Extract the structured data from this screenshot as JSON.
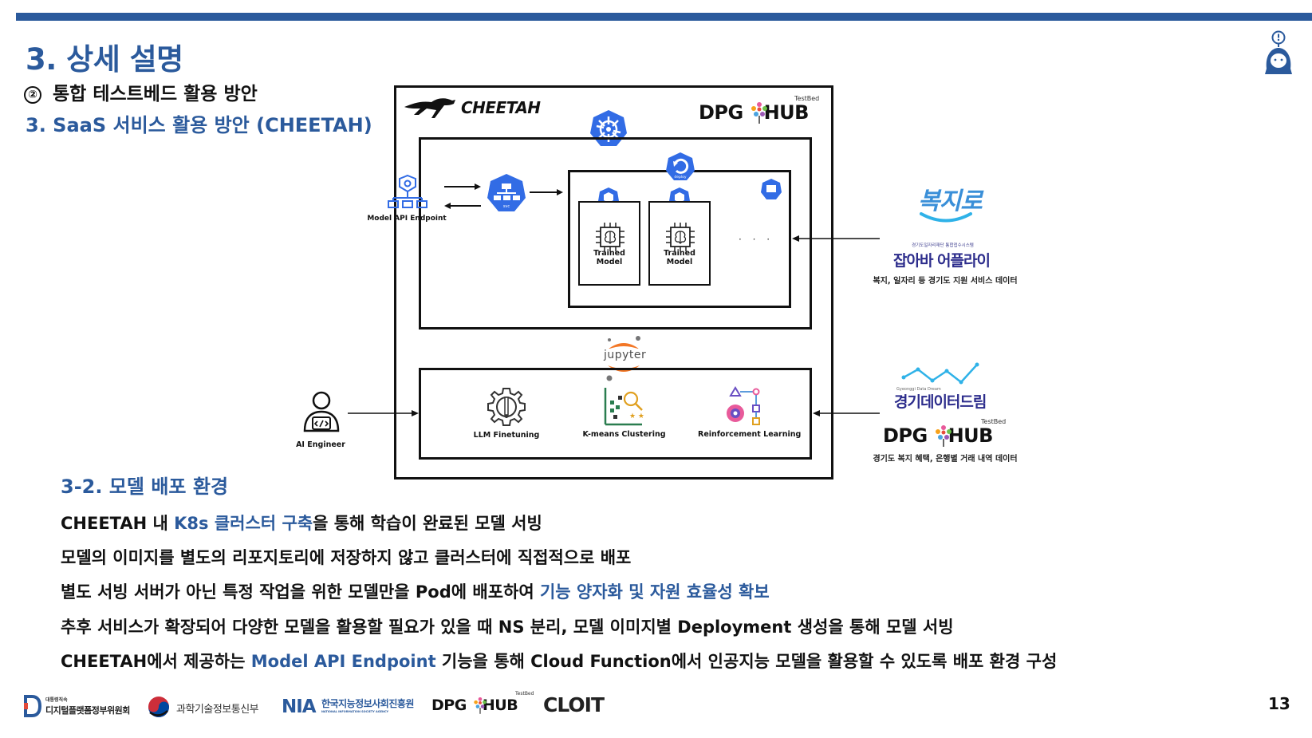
{
  "header": {
    "title": "3. 상세 설명",
    "subtitle_num": "②",
    "subtitle": "통합 테스트베드 활용 방안",
    "subtitle2": "3. SaaS 서비스 활용 방안 (CHEETAH)"
  },
  "diagram": {
    "cheetah_logo": "CHEETAH",
    "dpghub_testbed": "TestBed",
    "dpghub_logo": "DPG HUB",
    "model_api_endpoint": "Model API Endpoint",
    "svc": "svc",
    "deploy": "deploy",
    "pod": "pod",
    "trained_model_1": "Trained Model",
    "trained_model_2": "Trained Model",
    "ellipsis": "· · ·",
    "jupyter": "jupyter",
    "ai_engineer": "AI Engineer",
    "llm_finetuning": "LLM Finetuning",
    "kmeans": "K-means Clustering",
    "reinforcement": "Reinforcement Learning",
    "bokjiro": "복지로",
    "job_small": "경기도일자리재단 통합접수시스템",
    "job_logo": "잡아바 어플라이",
    "source1_desc": "복지, 일자리 등 경기도 지원 서비스 데이터",
    "gg_small": "Gyeonggi Data Dream",
    "gg_logo": "경기데이터드림",
    "dpghub2_testbed": "TestBed",
    "dpghub2_logo": "DPG HUB",
    "source2_desc": "경기도 복지 혜택, 은행별 거래 내역 데이터"
  },
  "section": {
    "title": "3-2. 모델 배포 환경",
    "l1a": "CHEETAH 내 ",
    "l1b": "K8s 클러스터 구축",
    "l1c": "을 통해 학습이 완료된 모델 서빙",
    "l2": "모델의 이미지를 별도의 리포지토리에 저장하지 않고 클러스터에 직접적으로 배포",
    "l3a": "별도 서빙 서버가 아닌 특정 작업을 위한 모델만을 Pod에 배포하여 ",
    "l3b": "기능 양자화 및 자원 효율성 확보",
    "l4": "추후 서비스가 확장되어 다양한 모델을 활용할 필요가 있을 때 NS 분리, 모델 이미지별 Deployment 생성을 통해 모델 서빙",
    "l5a": "CHEETAH에서 제공하는 ",
    "l5b": "Model API Endpoint",
    "l5c": " 기능을 통해 Cloud Function에서 인공지능 모델을 활용할 수 있도록 배포 환경 구성"
  },
  "footer": {
    "logo1_small": "대통령직속",
    "logo1": "디지털플랫폼정부위원회",
    "logo2": "과학기술정보통신부",
    "logo3a": "NIA",
    "logo3b": "한국지능정보사회진흥원",
    "logo3c": "NATIONAL INFORMATION SOCIETY AGENCY",
    "logo4_testbed": "TestBed",
    "logo4": "DPG HUB",
    "logo5": "CLOIT",
    "page_number": "13"
  },
  "colors": {
    "accent": "#2b5a9c",
    "k8s_blue": "#326ce5",
    "jupyter_orange": "#f37726"
  }
}
